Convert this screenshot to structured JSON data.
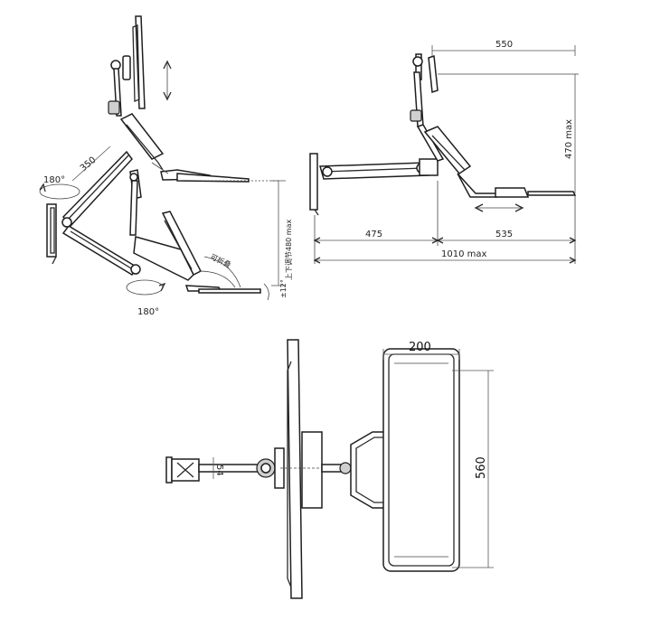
{
  "diagram": {
    "view1": {
      "rotate_top": "180°",
      "arm_length": "350",
      "rotate_bottom": "180°",
      "height_adjust": "上下调节480 max",
      "tilt_label": "可折叠",
      "tilt_small": "±12°"
    },
    "view2": {
      "top_width": "550",
      "height_max": "470 max",
      "seg_left": "475",
      "seg_right": "535",
      "total_width": "1010 max"
    },
    "view3": {
      "tray_depth": "200",
      "tray_width": "560",
      "pole_dim": "54"
    }
  }
}
